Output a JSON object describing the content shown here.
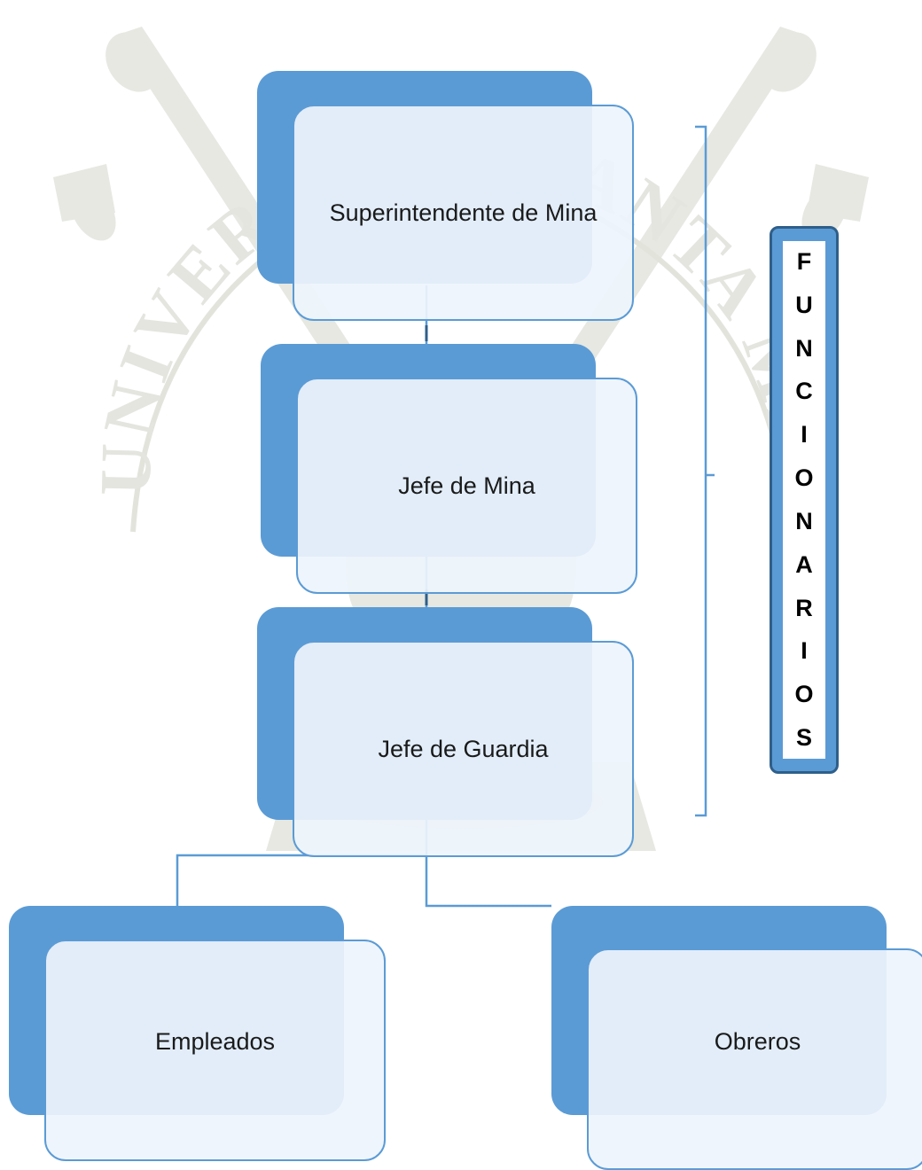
{
  "org_chart": {
    "superintendent": "Superintendente de Mina",
    "mine_chief": "Jefe de Mina",
    "shift_chief": "Jefe de Guardia",
    "employees": "Empleados",
    "workers": "Obreros"
  },
  "side_label": {
    "letters": [
      "F",
      "U",
      "N",
      "C",
      "I",
      "O",
      "N",
      "A",
      "R",
      "I",
      "O",
      "S"
    ]
  },
  "watermark": {
    "text_left": "UNIVERSIDAD",
    "text_right": "SANTA MARÍA"
  },
  "colors": {
    "box_fill": "#5b9bd5",
    "card_fill": "#eef4fc",
    "card_border": "#5b9bd5",
    "connector": "#5b9bd5",
    "watermark": "#e4e6df"
  }
}
